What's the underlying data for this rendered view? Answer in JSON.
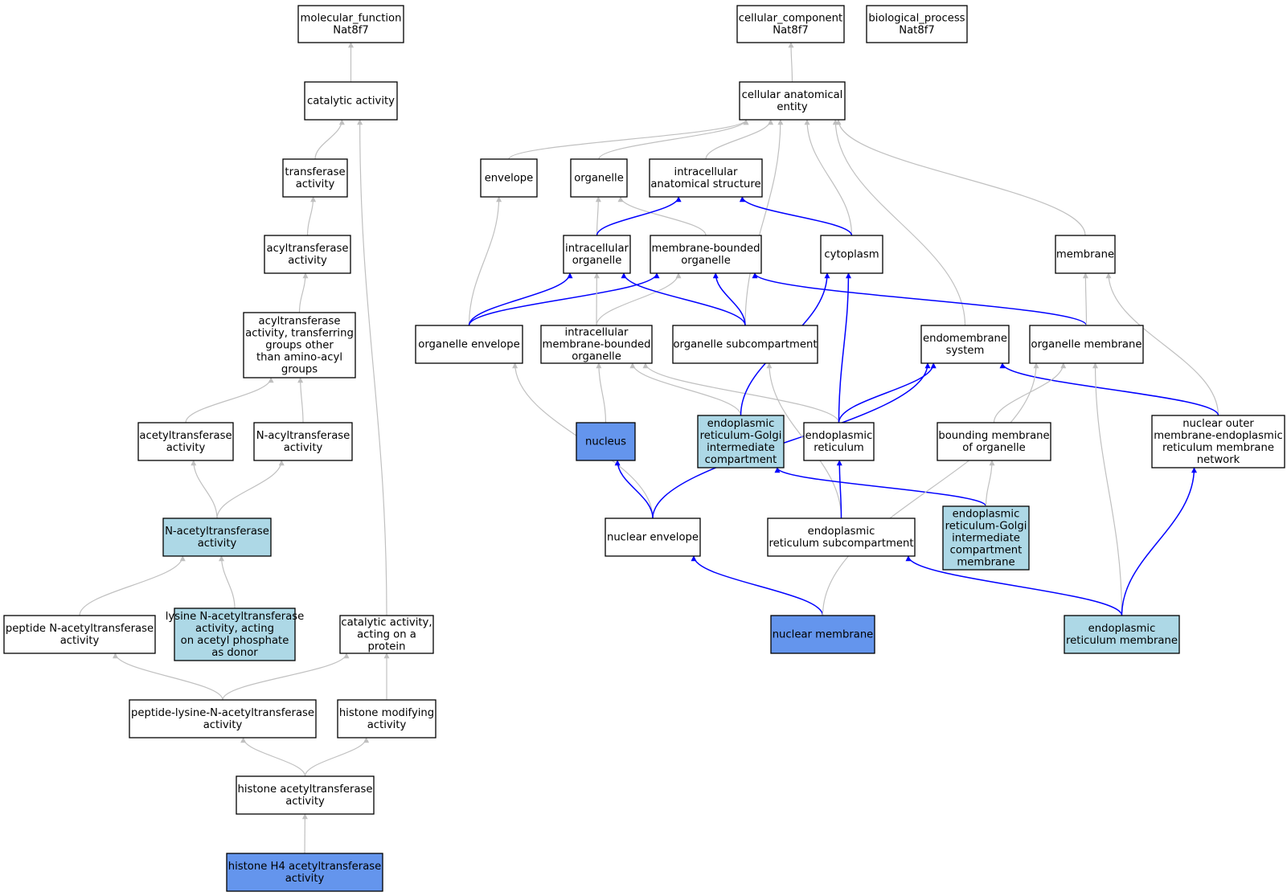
{
  "colors": {
    "white": "#ffffff",
    "light": "#add8e6",
    "dark": "#6495ed",
    "gray_edge": "#c0c0c0",
    "blue_edge": "#0000ff",
    "border": "#000000"
  },
  "nodes": [
    {
      "id": "molecular_function",
      "lines": [
        "molecular_function",
        "Nat8f7"
      ],
      "fill": "white"
    },
    {
      "id": "cellular_component",
      "lines": [
        "cellular_component",
        "Nat8f7"
      ],
      "fill": "white"
    },
    {
      "id": "biological_process",
      "lines": [
        "biological_process",
        "Nat8f7"
      ],
      "fill": "white"
    },
    {
      "id": "catalytic_activity",
      "lines": [
        "catalytic activity"
      ],
      "fill": "white"
    },
    {
      "id": "cellular_anatomical_entity",
      "lines": [
        "cellular anatomical",
        "entity"
      ],
      "fill": "white"
    },
    {
      "id": "transferase_activity",
      "lines": [
        "transferase",
        "activity"
      ],
      "fill": "white"
    },
    {
      "id": "envelope",
      "lines": [
        "envelope"
      ],
      "fill": "white"
    },
    {
      "id": "organelle",
      "lines": [
        "organelle"
      ],
      "fill": "white"
    },
    {
      "id": "intracellular_anatomical_structure",
      "lines": [
        "intracellular",
        "anatomical structure"
      ],
      "fill": "white"
    },
    {
      "id": "acyltransferase_activity",
      "lines": [
        "acyltransferase",
        "activity"
      ],
      "fill": "white"
    },
    {
      "id": "intracellular_organelle",
      "lines": [
        "intracellular",
        "organelle"
      ],
      "fill": "white"
    },
    {
      "id": "membrane_bounded_organelle",
      "lines": [
        "membrane-bounded",
        "organelle"
      ],
      "fill": "white"
    },
    {
      "id": "cytoplasm",
      "lines": [
        "cytoplasm"
      ],
      "fill": "white"
    },
    {
      "id": "membrane",
      "lines": [
        "membrane"
      ],
      "fill": "white"
    },
    {
      "id": "acyltransferase_other",
      "lines": [
        "acyltransferase",
        "activity, transferring",
        "groups other",
        "than amino-acyl",
        "groups"
      ],
      "fill": "white"
    },
    {
      "id": "organelle_envelope",
      "lines": [
        "organelle envelope"
      ],
      "fill": "white"
    },
    {
      "id": "intracellular_mbo",
      "lines": [
        "intracellular",
        "membrane-bounded",
        "organelle"
      ],
      "fill": "white"
    },
    {
      "id": "organelle_subcompartment",
      "lines": [
        "organelle subcompartment"
      ],
      "fill": "white"
    },
    {
      "id": "endomembrane_system",
      "lines": [
        "endomembrane",
        "system"
      ],
      "fill": "white"
    },
    {
      "id": "organelle_membrane",
      "lines": [
        "organelle membrane"
      ],
      "fill": "white"
    },
    {
      "id": "acetyltransferase_activity",
      "lines": [
        "acetyltransferase",
        "activity"
      ],
      "fill": "white"
    },
    {
      "id": "n_acyltransferase_activity",
      "lines": [
        "N-acyltransferase",
        "activity"
      ],
      "fill": "white"
    },
    {
      "id": "nucleus",
      "lines": [
        "nucleus"
      ],
      "fill": "dark"
    },
    {
      "id": "ergic",
      "lines": [
        "endoplasmic",
        "reticulum-Golgi",
        "intermediate",
        "compartment"
      ],
      "fill": "light"
    },
    {
      "id": "endoplasmic_reticulum",
      "lines": [
        "endoplasmic",
        "reticulum"
      ],
      "fill": "white"
    },
    {
      "id": "bounding_membrane",
      "lines": [
        "bounding membrane",
        "of organelle"
      ],
      "fill": "white"
    },
    {
      "id": "nuclear_outer_membrane",
      "lines": [
        "nuclear outer",
        "membrane-endoplasmic",
        "reticulum membrane",
        "network"
      ],
      "fill": "white"
    },
    {
      "id": "n_acetyltransferase_activity",
      "lines": [
        "N-acetyltransferase",
        "activity"
      ],
      "fill": "light"
    },
    {
      "id": "nuclear_envelope",
      "lines": [
        "nuclear envelope"
      ],
      "fill": "white"
    },
    {
      "id": "er_subcompartment",
      "lines": [
        "endoplasmic",
        "reticulum subcompartment"
      ],
      "fill": "white"
    },
    {
      "id": "ergic_membrane",
      "lines": [
        "endoplasmic",
        "reticulum-Golgi",
        "intermediate",
        "compartment",
        "membrane"
      ],
      "fill": "light"
    },
    {
      "id": "peptide_n_acetyltransferase",
      "lines": [
        "peptide N-acetyltransferase",
        "activity"
      ],
      "fill": "white"
    },
    {
      "id": "lysine_n_acetyltransferase",
      "lines": [
        "lysine N-acetyltransferase",
        "activity, acting",
        "on acetyl phosphate",
        "as donor"
      ],
      "fill": "light"
    },
    {
      "id": "catalytic_on_protein",
      "lines": [
        "catalytic activity,",
        "acting on a",
        "protein"
      ],
      "fill": "white"
    },
    {
      "id": "nuclear_membrane",
      "lines": [
        "nuclear membrane"
      ],
      "fill": "dark"
    },
    {
      "id": "er_membrane",
      "lines": [
        "endoplasmic",
        "reticulum membrane"
      ],
      "fill": "light"
    },
    {
      "id": "peptide_lysine_n_acetyltransferase",
      "lines": [
        "peptide-lysine-N-acetyltransferase",
        "activity"
      ],
      "fill": "white"
    },
    {
      "id": "histone_modifying",
      "lines": [
        "histone modifying",
        "activity"
      ],
      "fill": "white"
    },
    {
      "id": "histone_acetyltransferase",
      "lines": [
        "histone acetyltransferase",
        "activity"
      ],
      "fill": "white"
    },
    {
      "id": "histone_h4_acetyltransferase",
      "lines": [
        "histone H4 acetyltransferase",
        "activity"
      ],
      "fill": "dark"
    }
  ],
  "edges": [
    {
      "from": "catalytic_activity",
      "to": "molecular_function",
      "color": "gray_edge"
    },
    {
      "from": "transferase_activity",
      "to": "catalytic_activity",
      "color": "gray_edge"
    },
    {
      "from": "catalytic_on_protein",
      "to": "catalytic_activity",
      "color": "gray_edge"
    },
    {
      "from": "acyltransferase_activity",
      "to": "transferase_activity",
      "color": "gray_edge"
    },
    {
      "from": "acyltransferase_other",
      "to": "acyltransferase_activity",
      "color": "gray_edge"
    },
    {
      "from": "acetyltransferase_activity",
      "to": "acyltransferase_other",
      "color": "gray_edge"
    },
    {
      "from": "n_acyltransferase_activity",
      "to": "acyltransferase_other",
      "color": "gray_edge"
    },
    {
      "from": "n_acetyltransferase_activity",
      "to": "acetyltransferase_activity",
      "color": "gray_edge"
    },
    {
      "from": "n_acetyltransferase_activity",
      "to": "n_acyltransferase_activity",
      "color": "gray_edge"
    },
    {
      "from": "peptide_n_acetyltransferase",
      "to": "n_acetyltransferase_activity",
      "color": "gray_edge"
    },
    {
      "from": "lysine_n_acetyltransferase",
      "to": "n_acetyltransferase_activity",
      "color": "gray_edge"
    },
    {
      "from": "peptide_lysine_n_acetyltransferase",
      "to": "peptide_n_acetyltransferase",
      "color": "gray_edge"
    },
    {
      "from": "peptide_lysine_n_acetyltransferase",
      "to": "catalytic_on_protein",
      "color": "gray_edge"
    },
    {
      "from": "histone_modifying",
      "to": "catalytic_on_protein",
      "color": "gray_edge"
    },
    {
      "from": "histone_acetyltransferase",
      "to": "peptide_lysine_n_acetyltransferase",
      "color": "gray_edge"
    },
    {
      "from": "histone_acetyltransferase",
      "to": "histone_modifying",
      "color": "gray_edge"
    },
    {
      "from": "histone_h4_acetyltransferase",
      "to": "histone_acetyltransferase",
      "color": "gray_edge"
    },
    {
      "from": "cellular_anatomical_entity",
      "to": "cellular_component",
      "color": "gray_edge"
    },
    {
      "from": "envelope",
      "to": "cellular_anatomical_entity",
      "color": "gray_edge"
    },
    {
      "from": "organelle",
      "to": "cellular_anatomical_entity",
      "color": "gray_edge"
    },
    {
      "from": "intracellular_anatomical_structure",
      "to": "cellular_anatomical_entity",
      "color": "gray_edge"
    },
    {
      "from": "organelle_subcompartment",
      "to": "cellular_anatomical_entity",
      "color": "gray_edge"
    },
    {
      "from": "cytoplasm",
      "to": "cellular_anatomical_entity",
      "color": "gray_edge"
    },
    {
      "from": "endomembrane_system",
      "to": "cellular_anatomical_entity",
      "color": "gray_edge"
    },
    {
      "from": "membrane",
      "to": "cellular_anatomical_entity",
      "color": "gray_edge"
    },
    {
      "from": "intracellular_organelle",
      "to": "organelle",
      "color": "gray_edge"
    },
    {
      "from": "membrane_bounded_organelle",
      "to": "organelle",
      "color": "gray_edge"
    },
    {
      "from": "intracellular_organelle",
      "to": "intracellular_anatomical_structure",
      "color": "blue_edge"
    },
    {
      "from": "cytoplasm",
      "to": "intracellular_anatomical_structure",
      "color": "blue_edge"
    },
    {
      "from": "organelle_envelope",
      "to": "envelope",
      "color": "gray_edge"
    },
    {
      "from": "organelle_envelope",
      "to": "intracellular_organelle",
      "color": "blue_edge"
    },
    {
      "from": "organelle_envelope",
      "to": "membrane_bounded_organelle",
      "color": "blue_edge"
    },
    {
      "from": "intracellular_mbo",
      "to": "intracellular_organelle",
      "color": "gray_edge"
    },
    {
      "from": "intracellular_mbo",
      "to": "membrane_bounded_organelle",
      "color": "gray_edge"
    },
    {
      "from": "organelle_subcompartment",
      "to": "intracellular_organelle",
      "color": "blue_edge"
    },
    {
      "from": "organelle_subcompartment",
      "to": "membrane_bounded_organelle",
      "color": "blue_edge"
    },
    {
      "from": "organelle_membrane",
      "to": "membrane_bounded_organelle",
      "color": "blue_edge"
    },
    {
      "from": "organelle_membrane",
      "to": "membrane",
      "color": "gray_edge"
    },
    {
      "from": "nuclear_outer_membrane",
      "to": "membrane",
      "color": "gray_edge"
    },
    {
      "from": "nucleus",
      "to": "intracellular_mbo",
      "color": "gray_edge"
    },
    {
      "from": "ergic",
      "to": "intracellular_mbo",
      "color": "gray_edge"
    },
    {
      "from": "endoplasmic_reticulum",
      "to": "intracellular_mbo",
      "color": "gray_edge"
    },
    {
      "from": "ergic",
      "to": "cytoplasm",
      "color": "blue_edge"
    },
    {
      "from": "endoplasmic_reticulum",
      "to": "cytoplasm",
      "color": "blue_edge"
    },
    {
      "from": "endoplasmic_reticulum",
      "to": "endomembrane_system",
      "color": "blue_edge"
    },
    {
      "from": "nuclear_envelope",
      "to": "endomembrane_system",
      "color": "blue_edge"
    },
    {
      "from": "nuclear_outer_membrane",
      "to": "endomembrane_system",
      "color": "blue_edge"
    },
    {
      "from": "bounding_membrane",
      "to": "organelle_membrane",
      "color": "gray_edge"
    },
    {
      "from": "nuclear_envelope",
      "to": "organelle_envelope",
      "color": "gray_edge"
    },
    {
      "from": "nuclear_envelope",
      "to": "nucleus",
      "color": "blue_edge"
    },
    {
      "from": "er_subcompartment",
      "to": "organelle_subcompartment",
      "color": "gray_edge"
    },
    {
      "from": "er_subcompartment",
      "to": "endoplasmic_reticulum",
      "color": "blue_edge"
    },
    {
      "from": "ergic_membrane",
      "to": "ergic",
      "color": "blue_edge"
    },
    {
      "from": "ergic_membrane",
      "to": "bounding_membrane",
      "color": "gray_edge"
    },
    {
      "from": "nuclear_membrane",
      "to": "nuclear_envelope",
      "color": "blue_edge"
    },
    {
      "from": "nuclear_membrane",
      "to": "organelle_membrane",
      "color": "gray_edge"
    },
    {
      "from": "er_membrane",
      "to": "er_subcompartment",
      "color": "blue_edge"
    },
    {
      "from": "er_membrane",
      "to": "organelle_membrane",
      "color": "gray_edge"
    },
    {
      "from": "er_membrane",
      "to": "nuclear_outer_membrane",
      "color": "blue_edge"
    }
  ]
}
